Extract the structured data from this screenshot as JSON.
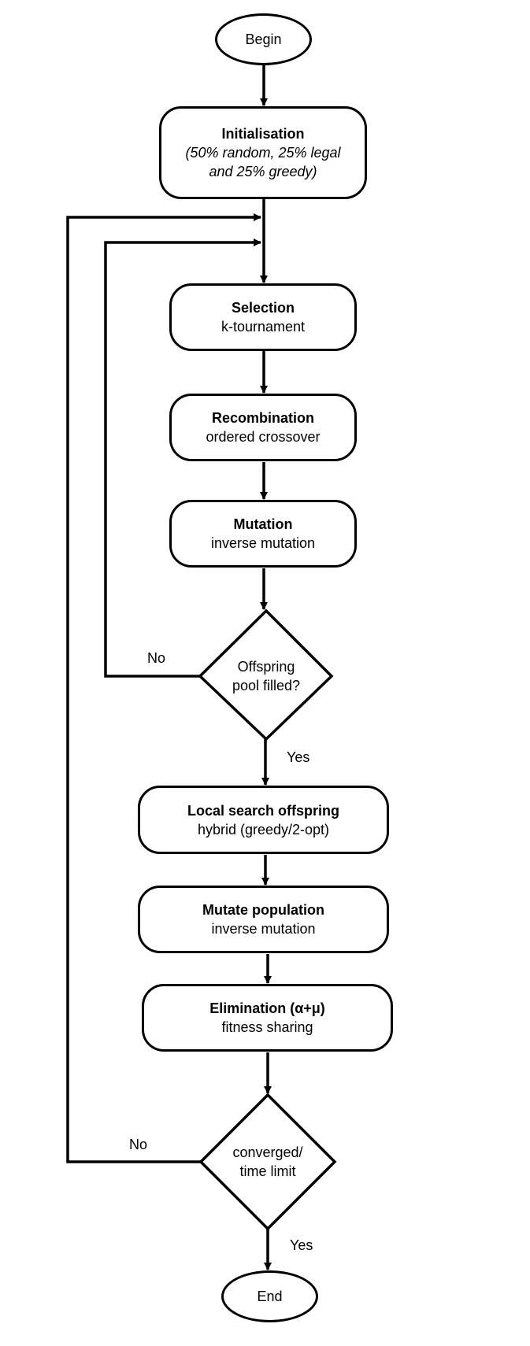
{
  "begin": "Begin",
  "init": {
    "title": "Initialisation",
    "line1": "(50% random, 25% legal",
    "line2": "and 25% greedy)"
  },
  "selection": {
    "title": "Selection",
    "sub": "k-tournament"
  },
  "recombination": {
    "title": "Recombination",
    "sub": "ordered crossover"
  },
  "mutation": {
    "title": "Mutation",
    "sub": "inverse mutation"
  },
  "decision1": {
    "line1": "Offspring",
    "line2": "pool filled?",
    "no": "No",
    "yes": "Yes"
  },
  "local_search": {
    "title": "Local search offspring",
    "sub": "hybrid (greedy/2-opt)"
  },
  "mutate_population": {
    "title": "Mutate population",
    "sub": "inverse mutation"
  },
  "elimination": {
    "title": "Elimination (α+μ)",
    "sub": "fitness sharing"
  },
  "decision2": {
    "line1": "converged/",
    "line2": "time limit",
    "no": "No",
    "yes": "Yes"
  },
  "end": "End"
}
